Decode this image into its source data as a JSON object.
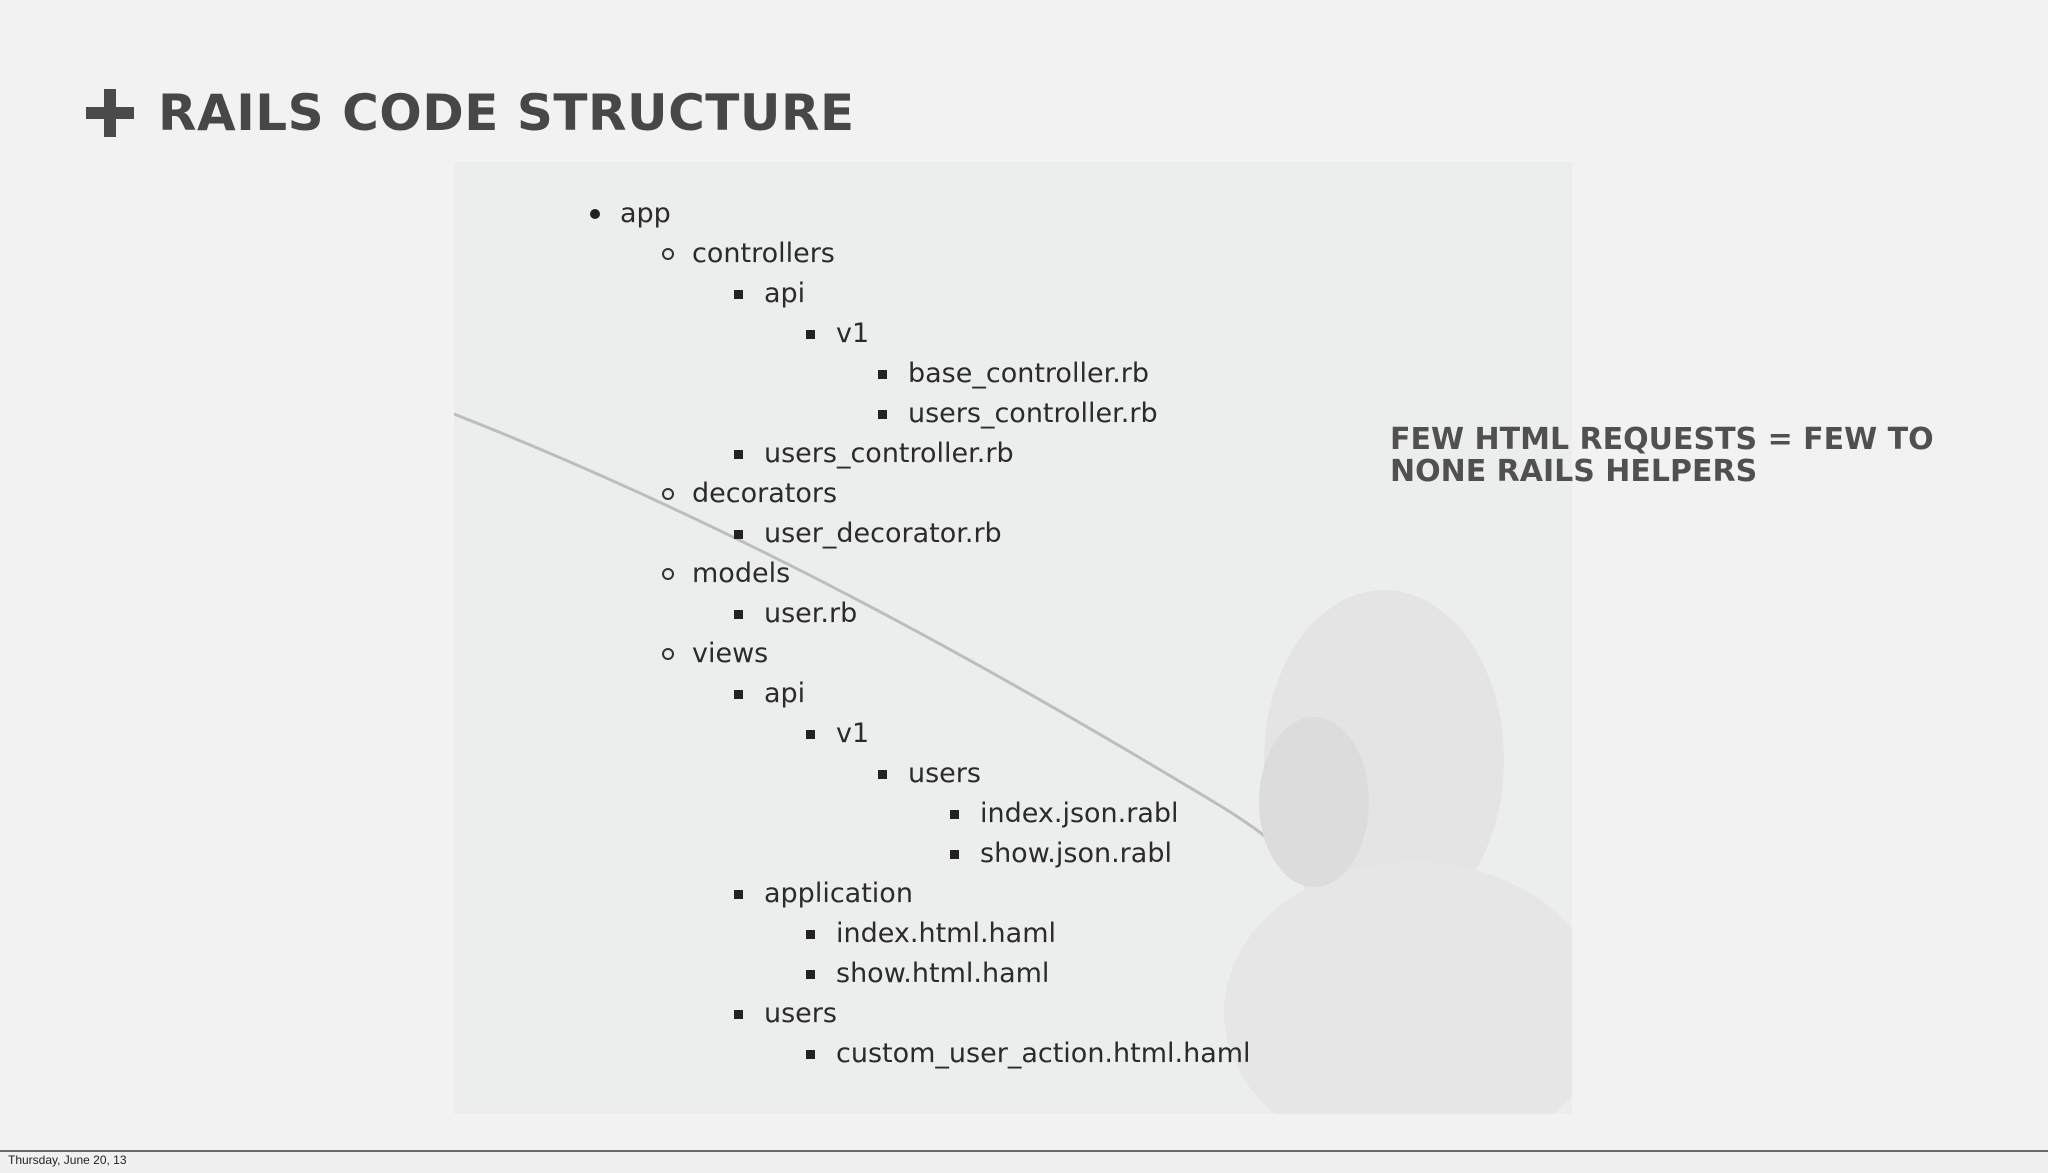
{
  "slide": {
    "title": "RAILS CODE STRUCTURE",
    "note": "FEW HTML REQUESTS = FEW TO NONE RAILS HELPERS",
    "footer_date": "Thursday, June 20, 13"
  },
  "tree": [
    {
      "label": "app",
      "depth": 0,
      "bullet": "disc"
    },
    {
      "label": "controllers",
      "depth": 1,
      "bullet": "circle"
    },
    {
      "label": "api",
      "depth": 2,
      "bullet": "square"
    },
    {
      "label": "v1",
      "depth": 3,
      "bullet": "square"
    },
    {
      "label": "base_controller.rb",
      "depth": 4,
      "bullet": "square"
    },
    {
      "label": "users_controller.rb",
      "depth": 4,
      "bullet": "square"
    },
    {
      "label": "users_controller.rb",
      "depth": 2,
      "bullet": "square"
    },
    {
      "label": "decorators",
      "depth": 1,
      "bullet": "circle"
    },
    {
      "label": "user_decorator.rb",
      "depth": 2,
      "bullet": "square"
    },
    {
      "label": "models",
      "depth": 1,
      "bullet": "circle"
    },
    {
      "label": "user.rb",
      "depth": 2,
      "bullet": "square"
    },
    {
      "label": "views",
      "depth": 1,
      "bullet": "circle"
    },
    {
      "label": "api",
      "depth": 2,
      "bullet": "square"
    },
    {
      "label": "v1",
      "depth": 3,
      "bullet": "square"
    },
    {
      "label": "users",
      "depth": 4,
      "bullet": "square"
    },
    {
      "label": "index.json.rabl",
      "depth": 5,
      "bullet": "square"
    },
    {
      "label": "show.json.rabl",
      "depth": 5,
      "bullet": "square"
    },
    {
      "label": "application",
      "depth": 2,
      "bullet": "square"
    },
    {
      "label": "index.html.haml",
      "depth": 3,
      "bullet": "square"
    },
    {
      "label": "show.html.haml",
      "depth": 3,
      "bullet": "square"
    },
    {
      "label": "users",
      "depth": 2,
      "bullet": "square"
    },
    {
      "label": "custom_user_action.html.haml",
      "depth": 3,
      "bullet": "square"
    }
  ],
  "icons": {
    "title_icon": "plus-icon"
  }
}
